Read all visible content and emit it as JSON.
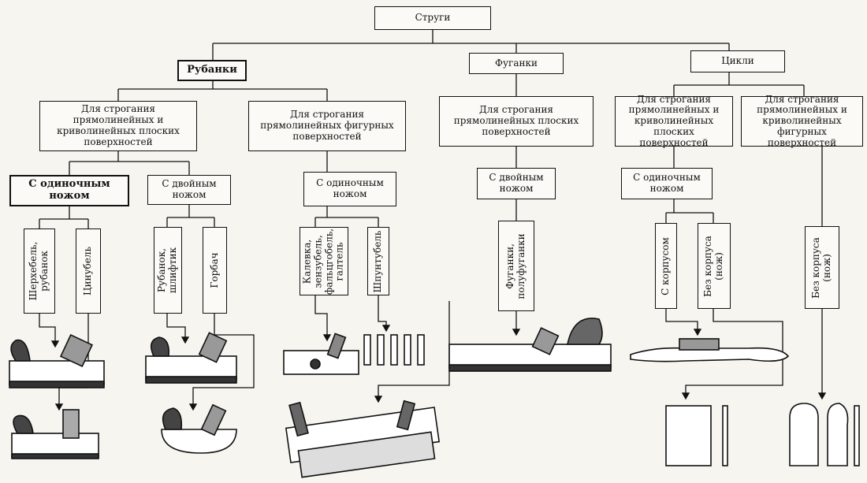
{
  "root": "Струги",
  "groups": {
    "rubanki": "Рубанки",
    "fuganki": "Фуганки",
    "tsikli": "Цикли"
  },
  "purposes": {
    "flat": "Для строгания прямолинейных и криволинейных плоских поверхностей",
    "figured": "Для строгания прямолинейных фигурных поверхностей",
    "fugank_flat": "Для строгания прямолинейных плоских поверхностей",
    "tsikl_flat": "Для строгания прямолинейных и криволинейных плоских поверхностей",
    "tsikl_figured": "Для строгания прямолинейных и криволинейных фигурных поверхностей"
  },
  "knives": {
    "single_1": "С одиночным ножом",
    "double_1": "С двойным ножом",
    "single_2": "С одиночным ножом",
    "double_2": "С двойным ножом",
    "single_3": "С одиночным ножом"
  },
  "tools": {
    "sherhebel": "Шерхебель,\nрубанок",
    "tsinubel": "Цинубель",
    "rubanok_shliftik": "Рубанок,\nшлифтик",
    "gorbach": "Горбач",
    "kalevka": "Калевка,\nзензубель,\nфальцгобель,\nгалтель",
    "shpuntubel": "Шпунтубель",
    "fuganki_tool": "Фуганки,\nполуфуганки",
    "s_korpusom": "С корпусом",
    "bez_korpusa_1": "Без корпуса\n(нож)",
    "bez_korpusa_2": "Без корпуса\n(нож)"
  }
}
